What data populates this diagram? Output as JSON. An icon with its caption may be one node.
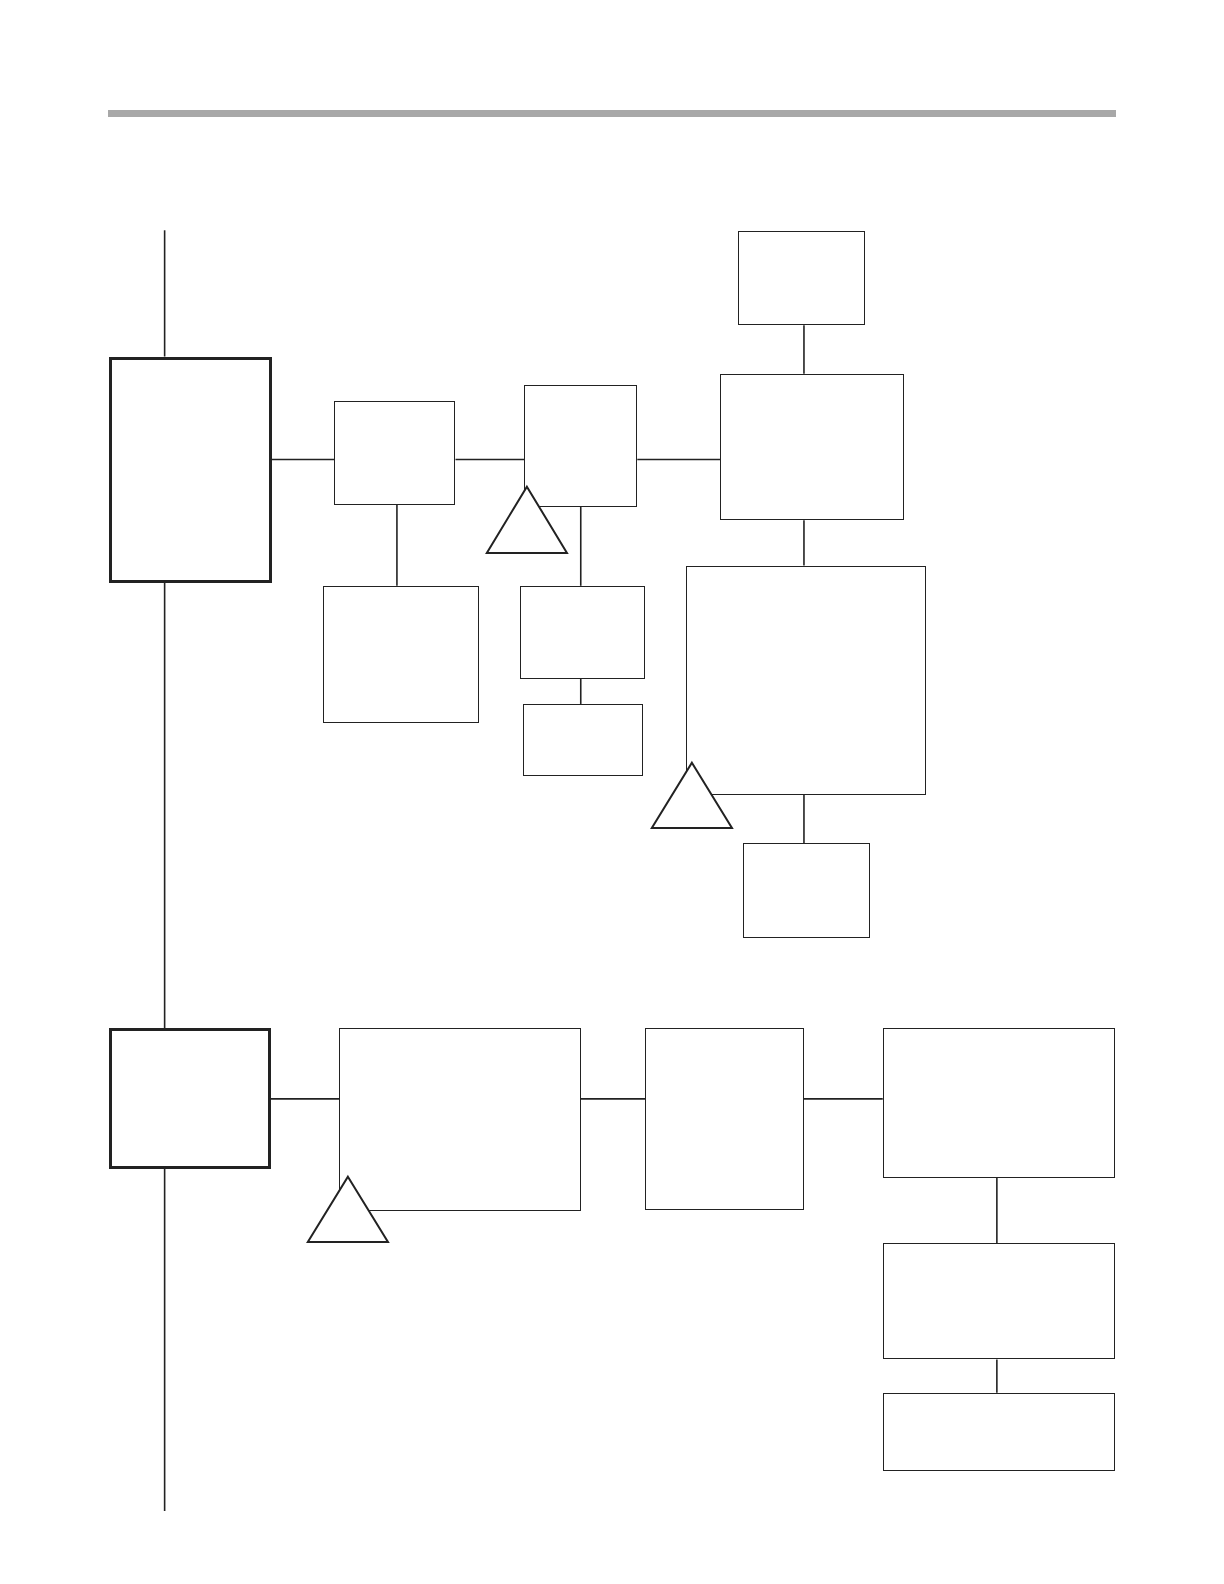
{
  "diagram": {
    "nodes": [
      {
        "text": [],
        "shape": "box"
      },
      {
        "text": [],
        "shape": "box"
      },
      {
        "text": [],
        "shape": "box"
      },
      {
        "text": [],
        "shape": "box"
      },
      {
        "text": [],
        "shape": "box"
      },
      {
        "text": [],
        "shape": "box"
      },
      {
        "text": [],
        "shape": "box"
      },
      {
        "text": [],
        "shape": "box"
      },
      {
        "text": [],
        "shape": "box"
      },
      {
        "text": [],
        "shape": "box"
      },
      {
        "text": [],
        "shape": "box"
      },
      {
        "text": [],
        "shape": "box"
      },
      {
        "text": [],
        "shape": "box"
      },
      {
        "text": [],
        "shape": "box"
      },
      {
        "text": [],
        "shape": "box"
      },
      {
        "text": [],
        "shape": "box"
      },
      {
        "text": [],
        "shape": "triangle"
      },
      {
        "text": [],
        "shape": "triangle"
      },
      {
        "text": [],
        "shape": "triangle"
      }
    ],
    "edges": [
      {
        "from": null,
        "to": 0,
        "arrow": "none"
      },
      {
        "from": 0,
        "to": 10,
        "arrow": "none"
      },
      {
        "from": 10,
        "to": null,
        "arrow": "none"
      },
      {
        "from": 0,
        "to": 1,
        "arrow": "none"
      },
      {
        "from": 1,
        "to": 2,
        "arrow": "none"
      },
      {
        "from": 2,
        "to": 4,
        "arrow": "none"
      },
      {
        "from": 3,
        "to": 4,
        "arrow": "none"
      },
      {
        "from": 1,
        "to": 5,
        "arrow": "none"
      },
      {
        "from": 2,
        "to": 6,
        "arrow": "none"
      },
      {
        "from": 6,
        "to": 7,
        "arrow": "none"
      },
      {
        "from": 4,
        "to": 8,
        "arrow": "none"
      },
      {
        "from": 8,
        "to": 9,
        "arrow": "none"
      },
      {
        "from": 10,
        "to": 11,
        "arrow": "none"
      },
      {
        "from": 11,
        "to": 12,
        "arrow": "none"
      },
      {
        "from": 12,
        "to": 13,
        "arrow": "none"
      },
      {
        "from": 13,
        "to": 14,
        "arrow": "none"
      },
      {
        "from": 14,
        "to": 15,
        "arrow": "none"
      }
    ]
  }
}
